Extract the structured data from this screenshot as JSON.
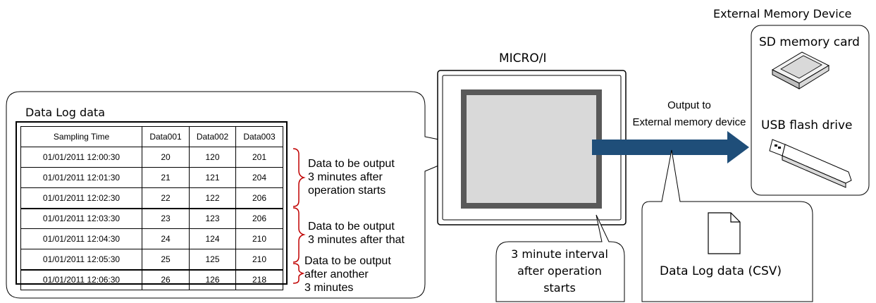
{
  "data_log": {
    "title": "Data Log data",
    "columns": [
      "Sampling Time",
      "Data001",
      "Data002",
      "Data003"
    ],
    "rows": [
      [
        "01/01/2011 12:00:30",
        "20",
        "120",
        "201"
      ],
      [
        "01/01/2011 12:01:30",
        "21",
        "121",
        "204"
      ],
      [
        "01/01/2011 12:02:30",
        "22",
        "122",
        "206"
      ],
      [
        "01/01/2011 12:03:30",
        "23",
        "123",
        "206"
      ],
      [
        "01/01/2011 12:04:30",
        "24",
        "124",
        "210"
      ],
      [
        "01/01/2011 12:05:30",
        "25",
        "125",
        "210"
      ],
      [
        "01/01/2011 12:06:30",
        "26",
        "126",
        "218"
      ]
    ]
  },
  "notes": {
    "first": [
      "Data to be output",
      "3 minutes after",
      "operation starts"
    ],
    "second": [
      "Data to be output",
      "3 minutes after that"
    ],
    "third": [
      "Data to be output",
      "after another",
      "3 minutes"
    ]
  },
  "device": {
    "label": "MICRO/I"
  },
  "output": {
    "line1": "Output to",
    "line2": "External memory device"
  },
  "external_memory": {
    "title": "External Memory Device",
    "sd_label": "SD memory card",
    "usb_label": "USB flash drive"
  },
  "interval": {
    "line1": "3 minute interval",
    "line2": "after operation",
    "line3": "starts"
  },
  "csv": {
    "label": "Data Log data (CSV)"
  },
  "colors": {
    "arrow": "#1f4e79",
    "brace": "#c00000",
    "screen": "#d9d9d9",
    "bezel": "#595959"
  }
}
